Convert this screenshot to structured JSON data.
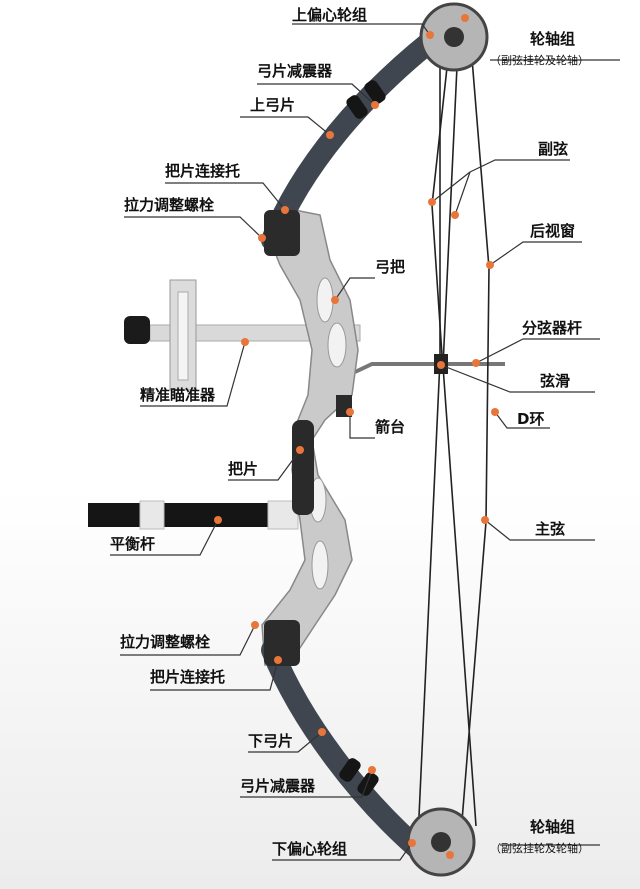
{
  "labels": {
    "upper_cam": "上偏心轮组",
    "axle_top": "轮轴组",
    "axle_top_sub": "（副弦挂轮及轮轴）",
    "limb_damper_top": "弓片减震器",
    "upper_limb": "上弓片",
    "limb_pocket_top": "把片连接托",
    "draw_bolt_top": "拉力调整螺栓",
    "riser": "弓把",
    "sight": "精准瞄准器",
    "peep": "后视窗",
    "secondary_string": "副弦",
    "rod": "分弦器杆",
    "slide": "弦滑",
    "d_loop": "D环",
    "rest": "箭台",
    "grip": "把片",
    "stabilizer": "平衡杆",
    "main_string": "主弦",
    "draw_bolt_bottom": "拉力调整螺栓",
    "limb_pocket_bottom": "把片连接托",
    "lower_limb": "下弓片",
    "limb_damper_bottom": "弓片减震器",
    "lower_cam": "下偏心轮组",
    "axle_bottom": "轮轴组",
    "axle_bottom_sub": "（副弦挂轮及轮轴）"
  },
  "colors": {
    "limb": "#3f4650",
    "riser": "#c9c9c9",
    "string": "#222222",
    "marker": "#e8763a",
    "leader": "#333333"
  }
}
